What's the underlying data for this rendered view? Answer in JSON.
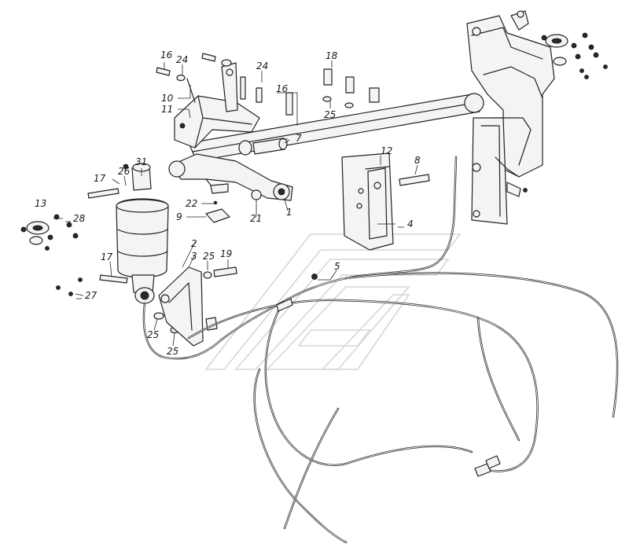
{
  "diagram": {
    "callouts": [
      {
        "id": "c16a",
        "text": "16"
      },
      {
        "id": "c24a",
        "text": "24"
      },
      {
        "id": "c10",
        "text": "10"
      },
      {
        "id": "c11",
        "text": "11"
      },
      {
        "id": "c24b",
        "text": "24"
      },
      {
        "id": "c16b",
        "text": "16"
      },
      {
        "id": "c18",
        "text": "18"
      },
      {
        "id": "c25a",
        "text": "25"
      },
      {
        "id": "c7",
        "text": "7"
      },
      {
        "id": "c12",
        "text": "12"
      },
      {
        "id": "c8",
        "text": "8"
      },
      {
        "id": "c31",
        "text": "31"
      },
      {
        "id": "c26",
        "text": "26"
      },
      {
        "id": "c17a",
        "text": "17"
      },
      {
        "id": "c22",
        "text": "22"
      },
      {
        "id": "c9",
        "text": "9"
      },
      {
        "id": "c21",
        "text": "21"
      },
      {
        "id": "c1",
        "text": "1"
      },
      {
        "id": "c13",
        "text": "13"
      },
      {
        "id": "c28",
        "text": "28"
      },
      {
        "id": "c4",
        "text": "4"
      },
      {
        "id": "c2",
        "text": "2"
      },
      {
        "id": "c3",
        "text": "3"
      },
      {
        "id": "c25b",
        "text": "25"
      },
      {
        "id": "c19",
        "text": "19"
      },
      {
        "id": "c17b",
        "text": "17"
      },
      {
        "id": "c5",
        "text": "5"
      },
      {
        "id": "c27",
        "text": "27"
      },
      {
        "id": "c25c",
        "text": "25"
      },
      {
        "id": "c25d",
        "text": "25"
      }
    ]
  }
}
